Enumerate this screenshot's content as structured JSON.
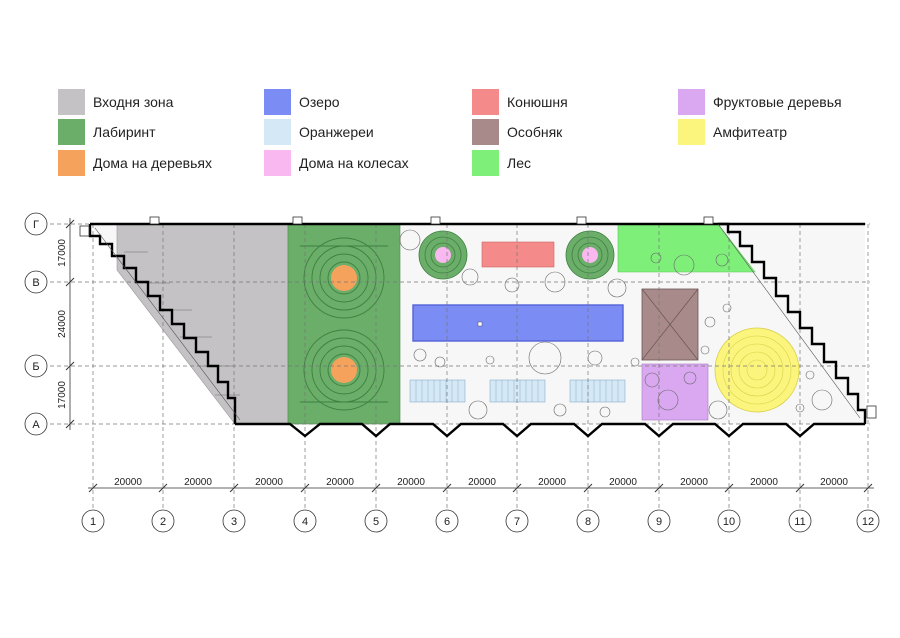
{
  "legend": [
    {
      "label": "Входня зона",
      "color": "#c4c2c4"
    },
    {
      "label": "Лабиринт",
      "color": "#6aae6a"
    },
    {
      "label": "Дома на деревьях",
      "color": "#f5a25d"
    },
    {
      "label": "Озеро",
      "color": "#7b8cf5"
    },
    {
      "label": "Оранжереи",
      "color": "#d4e8f5"
    },
    {
      "label": "Дома на колесах",
      "color": "#f9b8f0"
    },
    {
      "label": "Конюшня",
      "color": "#f48a8a"
    },
    {
      "label": "Особняк",
      "color": "#a88a8a"
    },
    {
      "label": "Лес",
      "color": "#7ef07a"
    },
    {
      "label": "Фруктовые деревья",
      "color": "#d9a8f0"
    },
    {
      "label": "Амфитеатр",
      "color": "#fbf57d"
    }
  ],
  "grid": {
    "row_axes": [
      "Г",
      "В",
      "Б",
      "А"
    ],
    "col_axes": [
      "1",
      "2",
      "3",
      "4",
      "5",
      "6",
      "7",
      "8",
      "9",
      "10",
      "11",
      "12"
    ],
    "col_spacing_label": "20000",
    "row_dims": [
      "17000",
      "24000",
      "17000"
    ]
  }
}
